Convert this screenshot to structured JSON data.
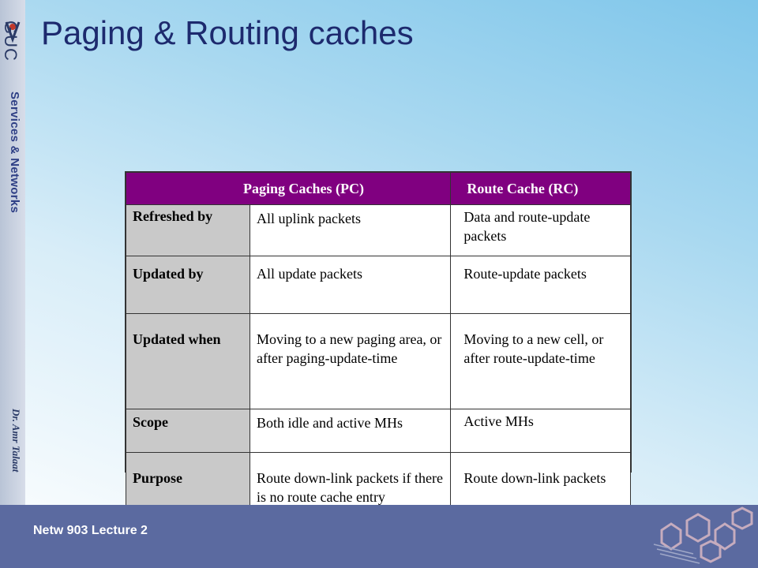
{
  "sidebar": {
    "logo_text": "GUC",
    "course": "Services & Networks",
    "author": "Dr. Amr Talaat"
  },
  "slide": {
    "title": "Paging & Routing caches"
  },
  "table": {
    "headers": [
      "",
      "Paging Caches (PC)",
      "Route Cache (RC)"
    ],
    "rows": [
      {
        "label": "Refreshed by",
        "pc": "All uplink packets",
        "rc": "Data and route-update packets"
      },
      {
        "label": "Updated by",
        "pc": "All update packets",
        "rc": "Route-update packets"
      },
      {
        "label": "Updated when",
        "pc": "Moving to a new paging area, or after paging-update-time",
        "rc": "Moving to a new cell, or after route-update-time"
      },
      {
        "label": "Scope",
        "pc": "Both idle and active MHs",
        "rc": "Active MHs"
      },
      {
        "label": "Purpose",
        "pc": "Route down-link packets if there is no route cache entry",
        "rc": "Route down-link packets"
      }
    ]
  },
  "footer": {
    "lecture": "Netw 903 Lecture 2"
  },
  "colors": {
    "header_bg": "#800080",
    "row_header_bg": "#c9c9c9",
    "footer_bar": "#5b6aa0",
    "title_color": "#1d2a6e"
  }
}
